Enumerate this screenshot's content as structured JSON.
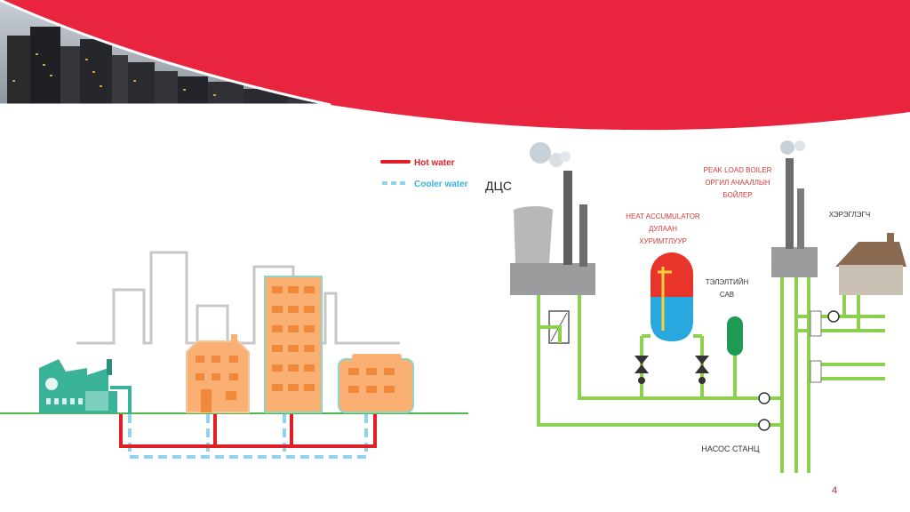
{
  "slide": {
    "page_number": "4",
    "colors": {
      "banner": "#e8243f",
      "hot": "#e21e26",
      "cool": "#8fd4ec",
      "pipe": "#8cd14e",
      "ground": "#4cb848"
    }
  },
  "left_diagram": {
    "legend": [
      {
        "label": "Hot water",
        "style": "solid",
        "color": "#e21e26"
      },
      {
        "label": "Cooler water",
        "style": "dashed",
        "color": "#8fd4ec"
      }
    ]
  },
  "right_diagram": {
    "labels": {
      "chp_plant": "ДЦС",
      "heat_accumulator_en": "HEAT ACCUMULATOR",
      "heat_accumulator_mn_1": "ДУЛААН",
      "heat_accumulator_mn_2": "ХУРИМТЛУУР",
      "peak_boiler_en": "PEAK LOAD BOILER",
      "peak_boiler_mn_1": "ОРГИЛ АЧААЛЛЫН",
      "peak_boiler_mn_2": "БОЙЛЕР",
      "consumer": "ХЭРЭГЛЭГЧ",
      "expansion_tank_1": "ТЭЛЭЛТИЙН",
      "expansion_tank_2": "САВ",
      "pump_station": "НАСОС СТАНЦ"
    }
  }
}
